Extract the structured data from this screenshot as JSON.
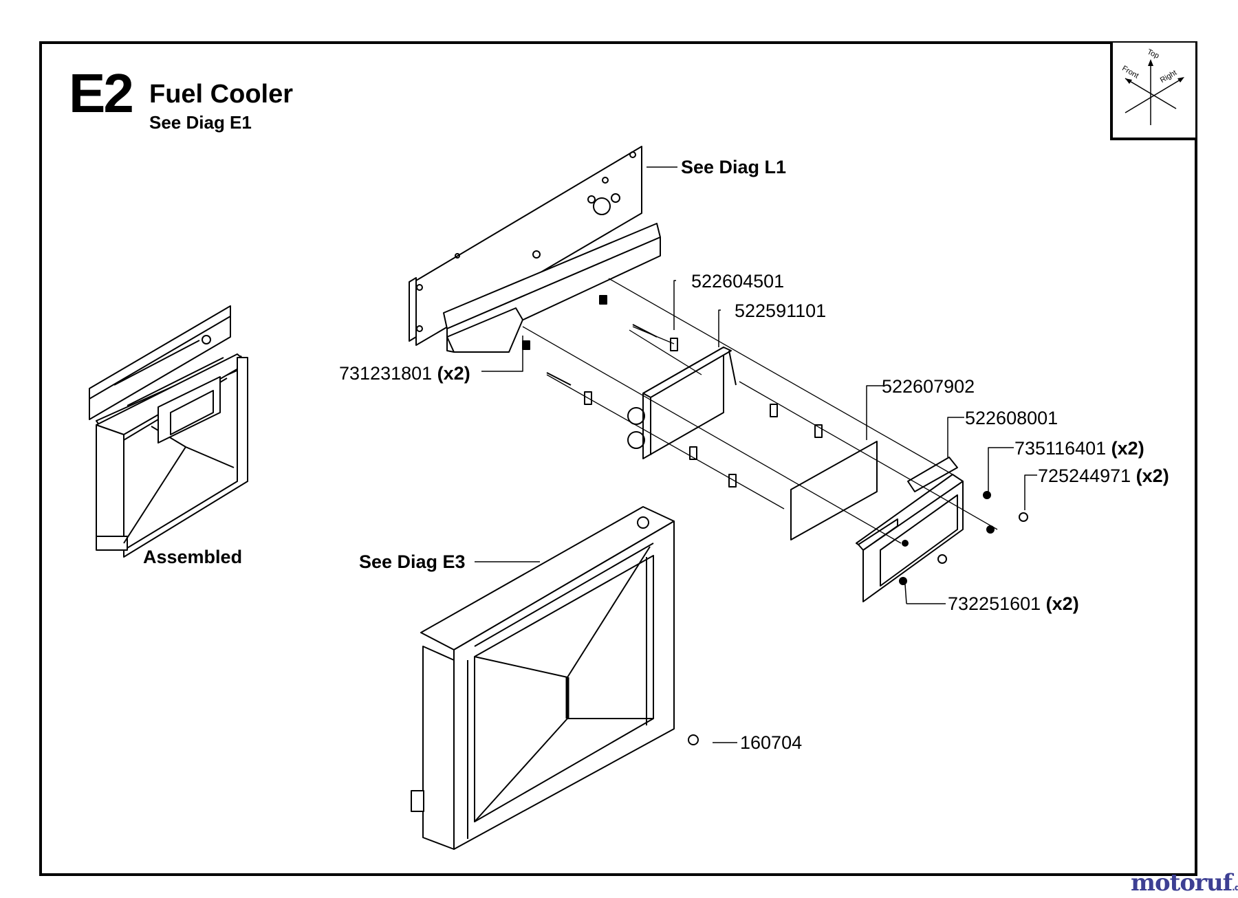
{
  "header": {
    "code": "E2",
    "title": "Fuel Cooler",
    "subtitle": "See Diag E1"
  },
  "orientation": {
    "top": "Top",
    "front": "Front",
    "right": "Right"
  },
  "callouts": {
    "see_l1": "See Diag L1",
    "p522604501": "522604501",
    "p522591101": "522591101",
    "p731231801": "731231801",
    "p731231801_qty": "(x2)",
    "p522607902": "522607902",
    "p522608001": "522608001",
    "p735116401": "735116401",
    "p735116401_qty": "(x2)",
    "p725244971": "725244971",
    "p725244971_qty": "(x2)",
    "p732251601": "732251601",
    "p732251601_qty": "(x2)",
    "see_e3": "See Diag E3",
    "p160704": "160704",
    "assembled": "Assembled"
  },
  "brand": {
    "name": "motoruf",
    "tld": ".de",
    "color": "#3d3f93"
  }
}
